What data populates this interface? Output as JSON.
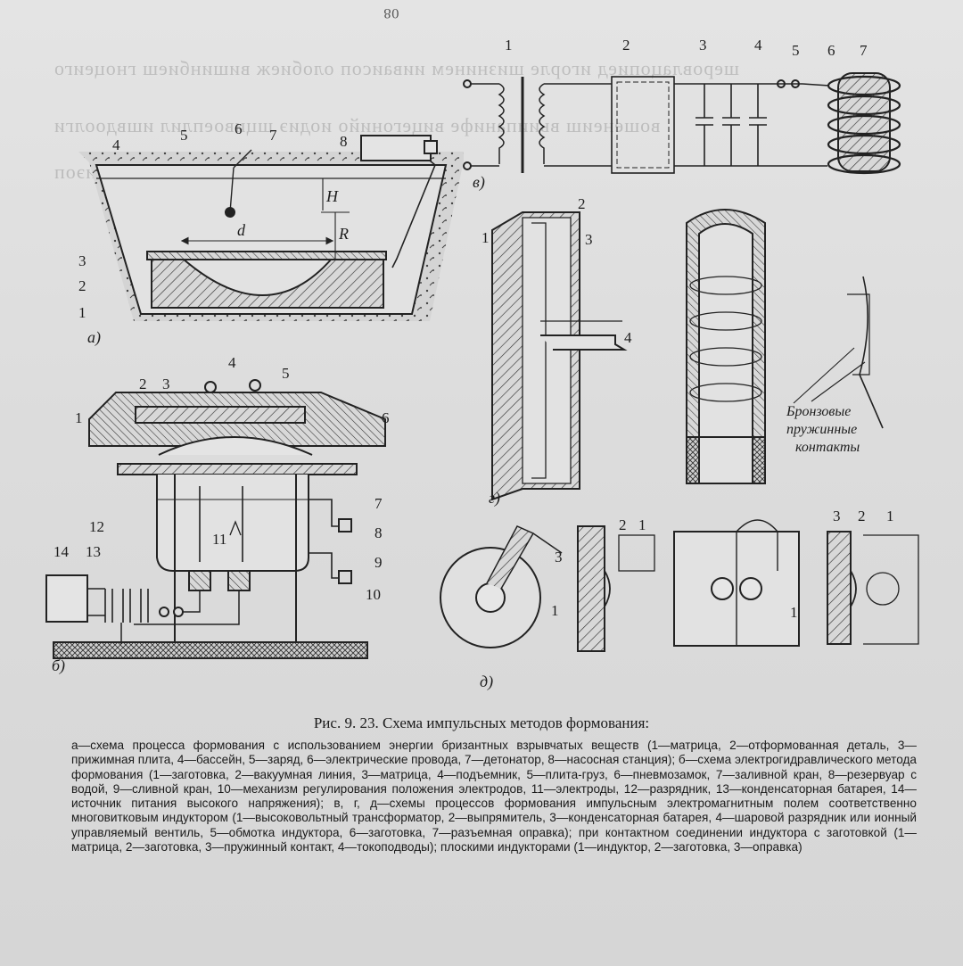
{
  "page_number": "80",
  "panels": {
    "a": "а)",
    "b": "б)",
    "v": "в)",
    "g": "г)",
    "d": "д)"
  },
  "labels_a": [
    "1",
    "2",
    "3",
    "4",
    "5",
    "6",
    "7",
    "8",
    "d",
    "R",
    "H"
  ],
  "labels_b": [
    "1",
    "2",
    "3",
    "4",
    "5",
    "6",
    "7",
    "8",
    "9",
    "10",
    "11",
    "12",
    "13",
    "14"
  ],
  "labels_v": [
    "1",
    "2",
    "3",
    "4",
    "5",
    "6",
    "7"
  ],
  "labels_g": [
    "1",
    "2",
    "3",
    "4"
  ],
  "labels_d": [
    "1",
    "3",
    "2",
    "1",
    "1",
    "3",
    "2",
    "1"
  ],
  "note_contacts": [
    "Бронзовые",
    "пружинные",
    "контакты"
  ],
  "caption": {
    "title": "Рис. 9. 23. Схема импульсных методов формования:",
    "body": "а—схема процесса формования с использованием энергии бризантных взрывчатых веществ (1—матрица, 2—отформованная деталь, 3—прижимная плита, 4—бассейн, 5—заряд, 6—электрические провода, 7—детонатор, 8—насосная станция); б—схема электрогидравлического метода формования (1—заготовка, 2—вакуумная линия, 3—матрица, 4—подъемник, 5—плита-груз, 6—пневмозамок, 7—заливной кран, 8—резервуар с водой, 9—сливной кран, 10—механизм регулирования положения электродов, 11—электроды, 12—разрядник, 13—конденсаторная батарея, 14—источник питания высокого напряжения); в, г, д—схемы процессов формования импульсным электромагнитным полем соответственно многовитковым индуктором (1—высоковольтный трансформатор, 2—выпрямитель, 3—конденсаторная батарея, 4—шаровой разрядник или ионный управляемый вентиль, 5—обмотка индуктора, 6—заготовка, 7—разъемная оправка); при контактном соединении индуктора с заготовкой (1—матрица, 2—заготовка, 3—пружинный контакт, 4—токоподводы); плоскими индукторами (1—индуктор, 2—заготовка, 3—оправка)"
  }
}
